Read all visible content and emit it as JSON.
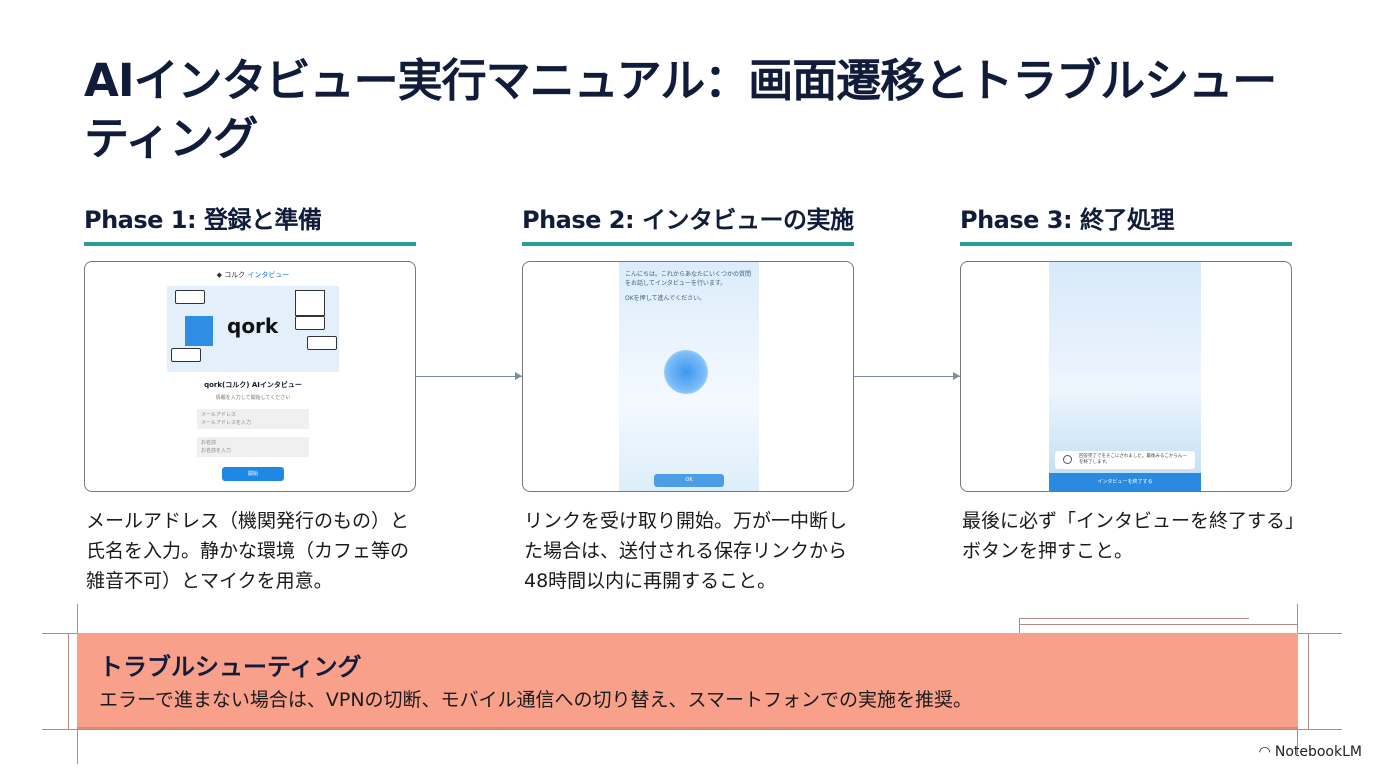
{
  "title": "AIインタビュー実行マニュアル：画面遷移とトラブルシューティング",
  "phases": [
    {
      "heading": "Phase 1: 登録と準備",
      "description": "メールアドレス（機関発行のもの）と氏名を入力。静かな環境（カフェ等の雑音不可）とマイクを用意。",
      "screen": {
        "brand_icon": "コルク",
        "brand_label": "インタビュー",
        "logo": "qork",
        "title": "qork(コルク) AIインタビュー",
        "subtitle": "情報を入力して開始してください",
        "email_label": "メールアドレス",
        "email_placeholder": "メールアドレスを入力",
        "name_label": "お名前",
        "name_placeholder": "お名前を入力",
        "button": "開始"
      }
    },
    {
      "heading": "Phase 2: インタビューの実施",
      "description": "リンクを受け取り開始。万が一中断した場合は、送付される保存リンクから48時間以内に再開すること。",
      "screen": {
        "message": "こんにちは。これからあなたにいくつかの質問をお話してインタビューを行います。",
        "instruction": "OKを押して進んでください。",
        "button": "OK"
      }
    },
    {
      "heading": "Phase 3: 終了処理",
      "description": "最後に必ず「インタビューを終了する」ボタンを押すこと。",
      "screen": {
        "notice": "回答完了でをそこにざれました。最後みるこからんーを終了します。",
        "button": "インタビューを終了する"
      }
    }
  ],
  "troubleshooting": {
    "heading": "トラブルシューティング",
    "text": "エラーで進まない場合は、VPNの切断、モバイル通信への切り替え、スマートフォンでの実施を推奨。"
  },
  "branding": {
    "logo": "NotebookLM"
  },
  "colors": {
    "accent": "#2b9c9a",
    "title": "#101c3a",
    "alert": "#f9a08b"
  }
}
